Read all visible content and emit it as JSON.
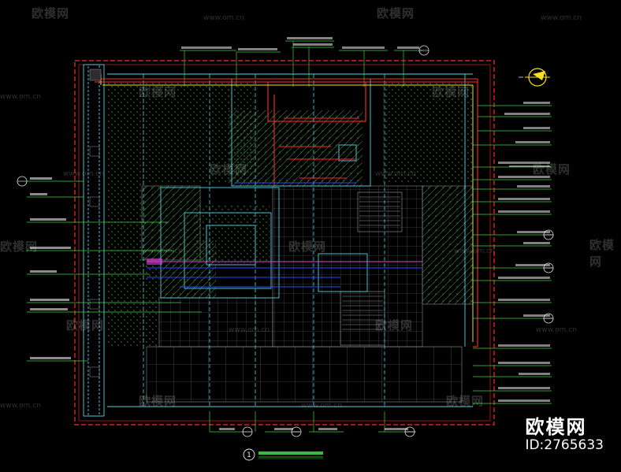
{
  "watermark": {
    "logo": "欧模网",
    "url": "www.om.cn"
  },
  "brand": {
    "logo": "欧模网",
    "id_text": "ID:2765633"
  },
  "drawing": {
    "title": "",
    "scale": "",
    "section_number": "1"
  },
  "colors": {
    "background": "#000000",
    "boundary": "#ff2a2a",
    "outline": "#4fd3e6",
    "grid": "#7a7a7a",
    "leader": "#3fd13f",
    "hatch": "#3fae3f",
    "pipe_blue": "#2b4bff",
    "pipe_magenta": "#e040e0",
    "accent_yellow": "#f5e21b",
    "label_text": "#e8e8e8"
  },
  "icons": {
    "north_arrow": "north-arrow-icon",
    "section_marker": "section-marker-icon"
  }
}
